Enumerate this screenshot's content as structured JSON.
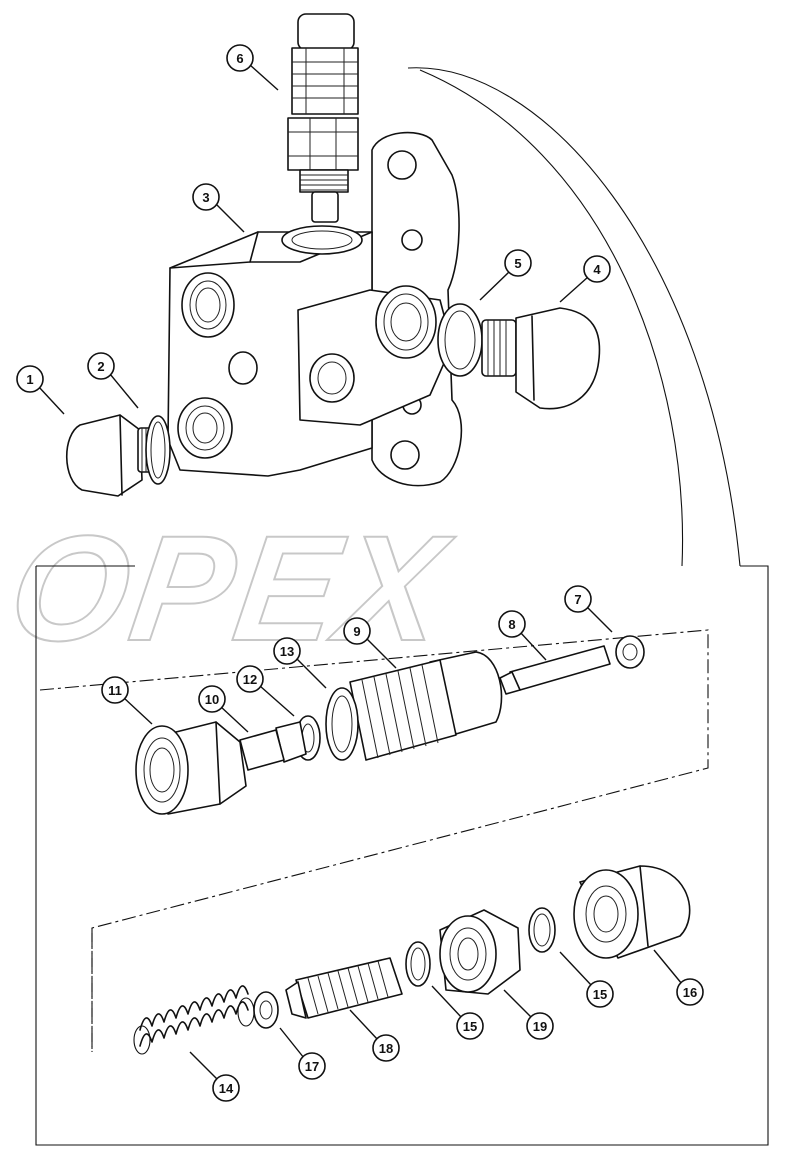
{
  "watermark": {
    "text": "OPEX"
  },
  "callouts": [
    {
      "id": "c1",
      "label": "1"
    },
    {
      "id": "c2",
      "label": "2"
    },
    {
      "id": "c3",
      "label": "3"
    },
    {
      "id": "c4",
      "label": "4"
    },
    {
      "id": "c5",
      "label": "5"
    },
    {
      "id": "c6",
      "label": "6"
    },
    {
      "id": "c7",
      "label": "7"
    },
    {
      "id": "c8",
      "label": "8"
    },
    {
      "id": "c9",
      "label": "9"
    },
    {
      "id": "c10",
      "label": "10"
    },
    {
      "id": "c11",
      "label": "11"
    },
    {
      "id": "c12",
      "label": "12"
    },
    {
      "id": "c13",
      "label": "13"
    },
    {
      "id": "c14",
      "label": "14"
    },
    {
      "id": "c15a",
      "label": "15"
    },
    {
      "id": "c15b",
      "label": "15"
    },
    {
      "id": "c16",
      "label": "16"
    },
    {
      "id": "c17",
      "label": "17"
    },
    {
      "id": "c18",
      "label": "18"
    },
    {
      "id": "c19",
      "label": "19"
    }
  ]
}
